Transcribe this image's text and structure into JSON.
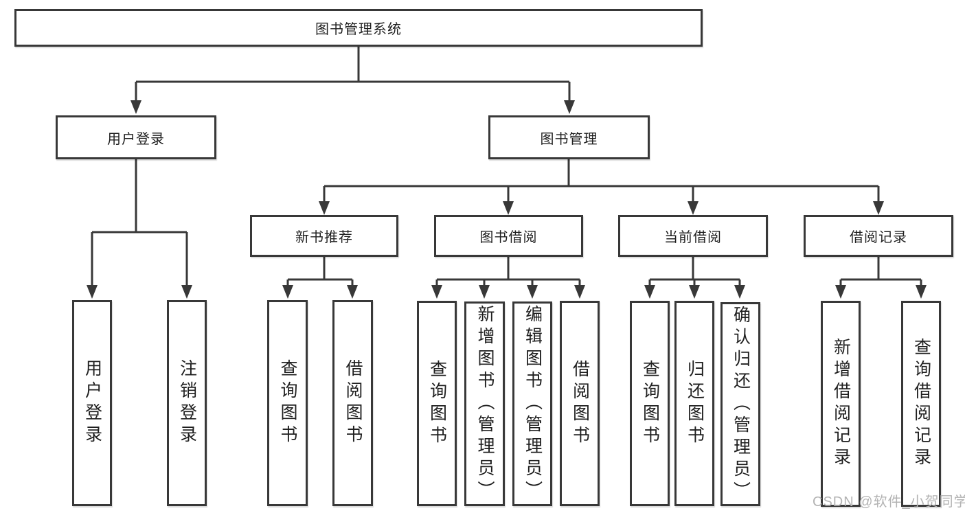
{
  "colors": {
    "line": "#383838",
    "text": "#1f1f1f",
    "watermark": "#b3b3b3"
  },
  "watermark": {
    "text": "CSDN @软件_小贺同学"
  },
  "tree": {
    "label": "图书管理系统",
    "children": [
      {
        "label": "用户登录",
        "children": [
          {
            "label": "用户登录"
          },
          {
            "label": "注销登录"
          }
        ]
      },
      {
        "label": "图书管理",
        "children": [
          {
            "label": "新书推荐",
            "children": [
              {
                "label": "查询图书"
              },
              {
                "label": "借阅图书"
              }
            ]
          },
          {
            "label": "图书借阅",
            "children": [
              {
                "label": "查询图书"
              },
              {
                "label": "新增图书（管理员）"
              },
              {
                "label": "编辑图书（管理员）"
              },
              {
                "label": "借阅图书"
              }
            ]
          },
          {
            "label": "当前借阅",
            "children": [
              {
                "label": "查询图书"
              },
              {
                "label": "归还图书"
              },
              {
                "label": "确认归还（管理员）"
              }
            ]
          },
          {
            "label": "借阅记录",
            "children": [
              {
                "label": "新增借阅记录"
              },
              {
                "label": "查询借阅记录"
              }
            ]
          }
        ]
      }
    ]
  }
}
